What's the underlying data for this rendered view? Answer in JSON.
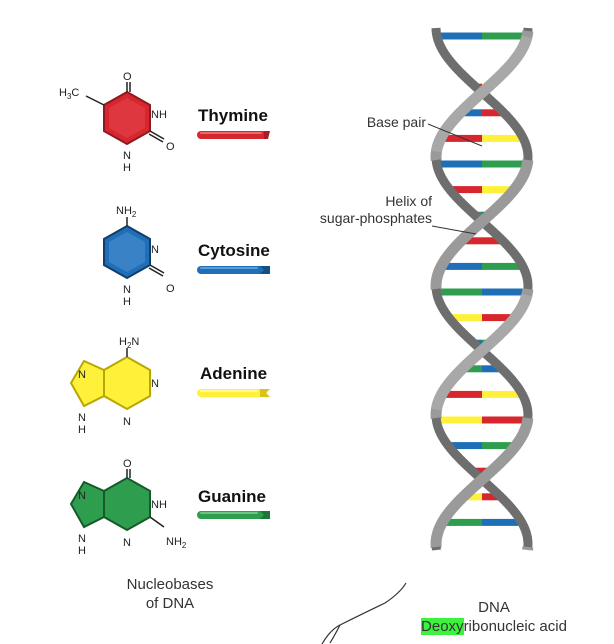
{
  "nucleobases": [
    {
      "name": "Thymine",
      "color": "#d7262e",
      "dark": "#a81d24",
      "light": "#ea6a6f"
    },
    {
      "name": "Cytosine",
      "color": "#1f6fb8",
      "dark": "#154f86",
      "light": "#5d9cd6"
    },
    {
      "name": "Adenine",
      "color": "#fff03a",
      "dark": "#d6c41a",
      "light": "#fff796"
    },
    {
      "name": "Guanine",
      "color": "#2e9e4e",
      "dark": "#1f7538",
      "light": "#6cc487"
    }
  ],
  "atoms": {
    "thymine": {
      "o_top": "O",
      "nh": "NH",
      "n_bottom": "N",
      "h_bottom": "H",
      "o_right": "O",
      "h3": "H",
      "h3_sub": "3",
      "c": "C"
    },
    "cytosine": {
      "nh2": "NH",
      "nh2_sub": "2",
      "n_right": "N",
      "n_bottom": "N",
      "h_bottom": "H",
      "o_right": "O"
    },
    "adenine": {
      "h2n_h": "H",
      "h2n_sub": "2",
      "h2n_n": "N",
      "n1": "N",
      "n3": "N",
      "n7": "N",
      "n9": "N",
      "h9": "H"
    },
    "guanine": {
      "o_top": "O",
      "nh": "NH",
      "n3": "N",
      "nh2": "NH",
      "nh2_sub": "2",
      "n7": "N",
      "n9": "N",
      "h9": "H"
    }
  },
  "annotations": {
    "base_pair": "Base pair",
    "helix_line1": "Helix of",
    "helix_line2": "sugar-phosphates"
  },
  "captions": {
    "left_line1": "Nucleobases",
    "left_line2": "of DNA",
    "right_line1": "DNA",
    "right_highlighted": "Deoxy",
    "right_rest": "ribonucleic acid"
  },
  "colors": {
    "backbone": "#9a9a9a",
    "backbone_dark": "#6e6e6e",
    "highlight": "#3df23d"
  }
}
